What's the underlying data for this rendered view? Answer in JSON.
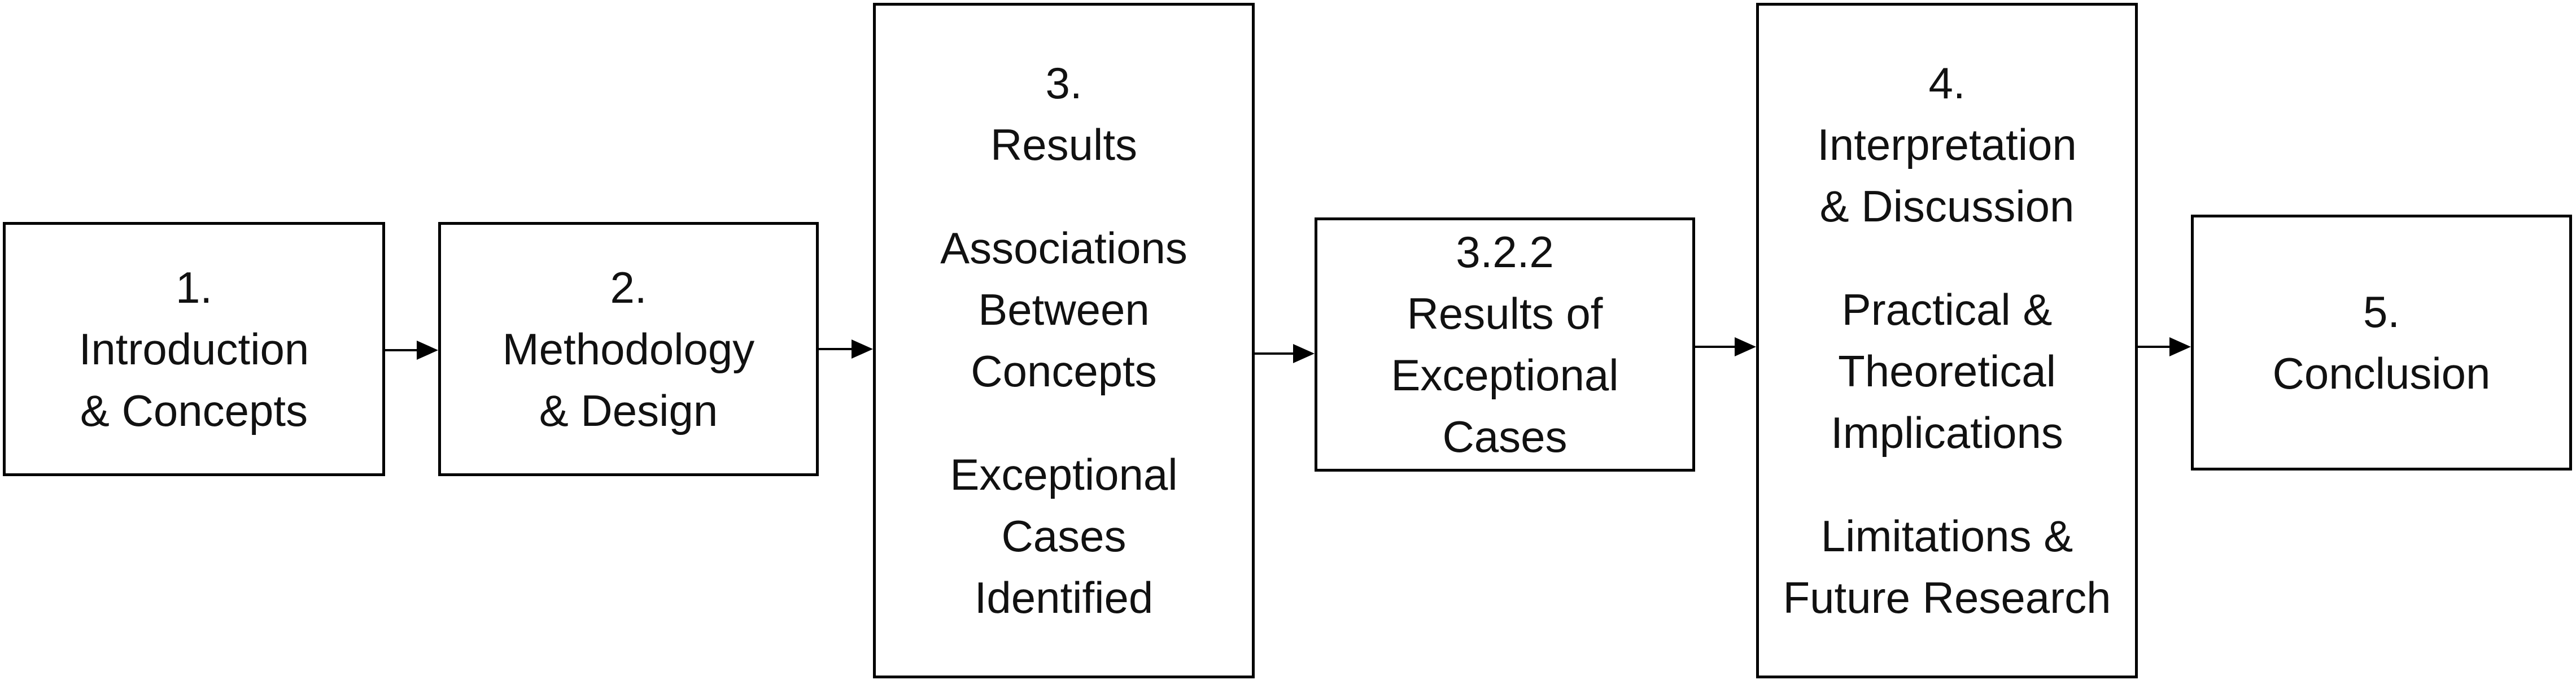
{
  "boxes": [
    {
      "id": "introduction",
      "blocks": [
        [
          "1.",
          "Introduction",
          "& Concepts"
        ]
      ]
    },
    {
      "id": "methodology",
      "blocks": [
        [
          "2.",
          "Methodology",
          "& Design"
        ]
      ]
    },
    {
      "id": "results",
      "blocks": [
        [
          "3.",
          "Results"
        ],
        [
          "Associations",
          "Between",
          "Concepts"
        ],
        [
          "Exceptional",
          "Cases",
          "Identified"
        ]
      ]
    },
    {
      "id": "exceptional-results",
      "blocks": [
        [
          "3.2.2",
          "Results of",
          "Exceptional",
          "Cases"
        ]
      ]
    },
    {
      "id": "interpretation",
      "blocks": [
        [
          "4.",
          "Interpretation",
          "& Discussion"
        ],
        [
          "Practical &",
          "Theoretical",
          "Implications"
        ],
        [
          "Limitations &",
          "Future Research"
        ]
      ]
    },
    {
      "id": "conclusion",
      "blocks": [
        [
          "5.",
          "Conclusion"
        ]
      ]
    }
  ],
  "colors": {
    "stroke": "#000000",
    "text": "#111111",
    "background": "#ffffff"
  }
}
